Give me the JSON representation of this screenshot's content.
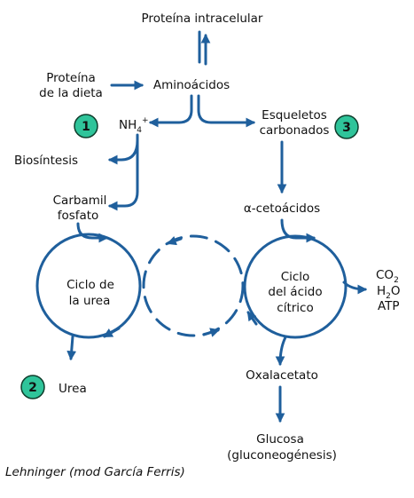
{
  "labels": {
    "intracellular_protein": "Proteína intracelular",
    "diet_protein_line1": "Proteína",
    "diet_protein_line2": "de la dieta",
    "amino_acids": "Aminoácidos",
    "nh4_base": "NH",
    "nh4_sub": "4",
    "nh4_sup": "+",
    "carbon_skeletons_line1": "Esqueletos",
    "carbon_skeletons_line2": "carbonados",
    "biosynthesis": "Biosíntesis",
    "carbamoyl_line1": "Carbamil",
    "carbamoyl_line2": "fosfato",
    "alpha_keto_acids": "α-cetoácidos",
    "urea_cycle_line1": "Ciclo de",
    "urea_cycle_line2": "la urea",
    "citric_cycle_line1": "Ciclo",
    "citric_cycle_line2": "del ácido",
    "citric_cycle_line3": "cítrico",
    "co2_base": "CO",
    "co2_sub": "2",
    "h2o_h": "H",
    "h2o_sub": "2",
    "h2o_o": "O",
    "atp": "ATP",
    "oxaloacetate": "Oxalacetato",
    "urea": "Urea",
    "glucose_line1": "Glucosa",
    "glucose_line2": "(gluconeogénesis)"
  },
  "badges": [
    "1",
    "2",
    "3"
  ],
  "caption": "Lehninger (mod García Ferris)",
  "colors": {
    "arrow": "#1f5f9c",
    "badge_fill": "#2fc49a",
    "badge_stroke": "#0f3d2c",
    "text": "#111111"
  }
}
